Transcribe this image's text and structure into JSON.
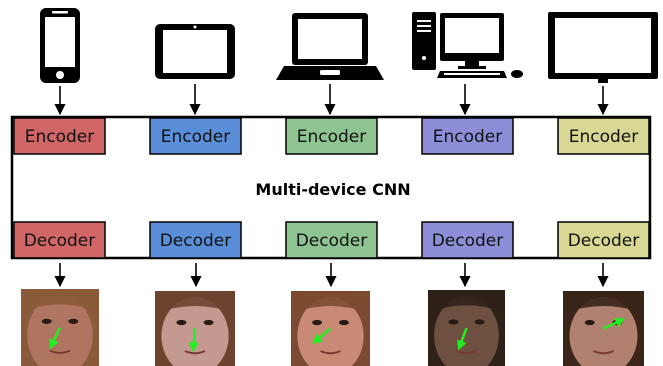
{
  "title": "Multi-device CNN",
  "devices": [
    {
      "icon": "smartphone-icon",
      "encoder_label": "Encoder",
      "decoder_label": "Decoder",
      "color": "#d06666",
      "face": {
        "skin": "#b07560",
        "hair": "#8a5a3a",
        "gaze_angle_deg": 115
      }
    },
    {
      "icon": "tablet-icon",
      "encoder_label": "Encoder",
      "decoder_label": "Decoder",
      "color": "#5b8ed9",
      "face": {
        "skin": "#c49a90",
        "hair": "#6d4330",
        "gaze_angle_deg": 95
      }
    },
    {
      "icon": "laptop-icon",
      "encoder_label": "Encoder",
      "decoder_label": "Decoder",
      "color": "#8dc492",
      "face": {
        "skin": "#c98a75",
        "hair": "#7b4a30",
        "gaze_angle_deg": 140
      }
    },
    {
      "icon": "desktop-computer-icon",
      "encoder_label": "Encoder",
      "decoder_label": "Decoder",
      "color": "#8c8fd8",
      "face": {
        "skin": "#6e5040",
        "hair": "#2f2018",
        "gaze_angle_deg": 110
      }
    },
    {
      "icon": "television-icon",
      "encoder_label": "Encoder",
      "decoder_label": "Decoder",
      "color": "#d8d894",
      "face": {
        "skin": "#b08070",
        "hair": "#3a2518",
        "gaze_angle_deg": -25
      }
    }
  ],
  "arrow_color": "#22ee22"
}
